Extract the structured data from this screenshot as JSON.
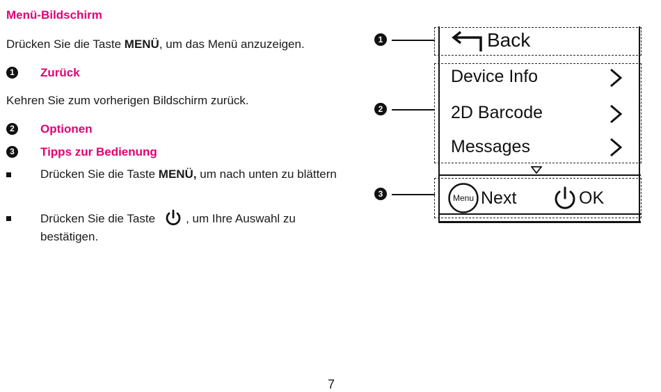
{
  "section": {
    "title": "Menü-Bildschirm",
    "intro_pre": "Drücken Sie die Taste ",
    "intro_key": "MENÜ",
    "intro_post": ", um das Menü anzuzeigen."
  },
  "items": [
    {
      "marker": "1",
      "label": "Zurück"
    },
    {
      "marker": "2",
      "label": "Optionen"
    },
    {
      "marker": "3",
      "label": "Tipps zur Bedienung"
    }
  ],
  "back_desc": "Kehren Sie zum vorherigen Bildschirm zurück.",
  "tips": [
    {
      "pre": "Drücken Sie die Taste ",
      "key": "MENÜ,",
      "post": " um nach unten zu blättern"
    },
    {
      "pre": "Drücken Sie die Taste",
      "post": ", um Ihre Auswahl zu bestätigen."
    }
  ],
  "device": {
    "back_label": "Back",
    "options": [
      "Device Info",
      "2D Barcode",
      "Messages"
    ],
    "menu_key_label": "Menu",
    "next_label": "Next",
    "ok_label": "OK",
    "markers": [
      "1",
      "2",
      "3"
    ]
  },
  "page_number": "7"
}
